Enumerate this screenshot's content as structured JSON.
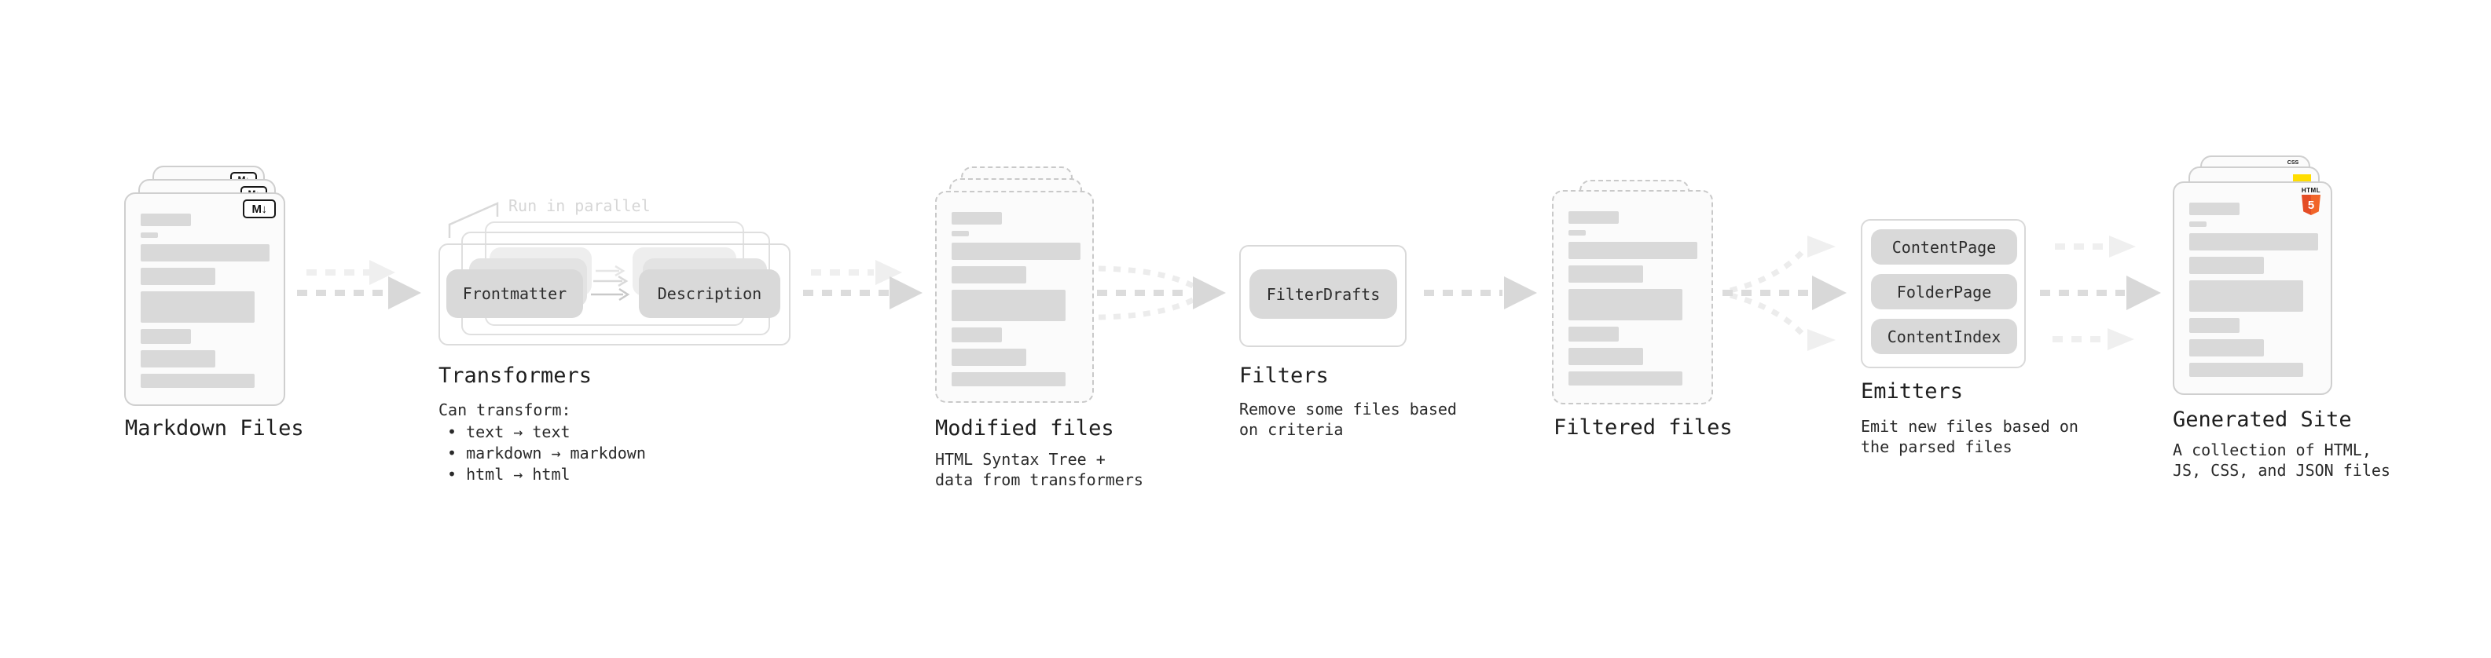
{
  "diagram": {
    "markdown_files": {
      "title": "Markdown Files",
      "icon_label": "M↓"
    },
    "transformers": {
      "title": "Transformers",
      "parallel_label": "Run in parallel",
      "pill_frontmatter": "Frontmatter",
      "pill_description": "Description",
      "note_heading": "Can transform:",
      "bullets": [
        "• text → text",
        "• markdown → markdown",
        "• html → html"
      ]
    },
    "modified_files": {
      "title": "Modified files",
      "description": "HTML Syntax Tree +\ndata from transformers"
    },
    "filters": {
      "title": "Filters",
      "pill": "FilterDrafts",
      "description": "Remove some files based\non criteria"
    },
    "filtered_files": {
      "title": "Filtered files"
    },
    "emitters": {
      "title": "Emitters",
      "pills": [
        "ContentPage",
        "FolderPage",
        "ContentIndex"
      ],
      "description": "Emit new files based on\nthe parsed files"
    },
    "generated_site": {
      "title": "Generated Site",
      "description": "A collection of HTML,\nJS, CSS, and JSON files",
      "badge_html_text": "HTML",
      "badge_html_number": "5",
      "badge_css_text": "CSS"
    }
  },
  "colors": {
    "card_border": "#cfcfcf",
    "card_fill": "#fbfbfb",
    "dashed_border": "#c9c9c9",
    "placeholder_bar": "#d9d9d9",
    "pill_fill": "#d9d9d9",
    "outline_box_border": "#dcdcdc",
    "arrow_main_dash": "#dcdcdc",
    "arrow_main_head": "#d8d8d8",
    "arrow_light": "#efefef",
    "arrow_curve": "#ececec",
    "text_primary": "#1e1e1e",
    "text_body": "#2a2a2a",
    "muted_label": "#d6d6d6",
    "markdown_icon_border": "#161616",
    "html5_orange": "#e44d26",
    "html5_orange_light": "#f16529",
    "js_yellow": "#ffdd00",
    "css_blue": "#2964f2"
  }
}
